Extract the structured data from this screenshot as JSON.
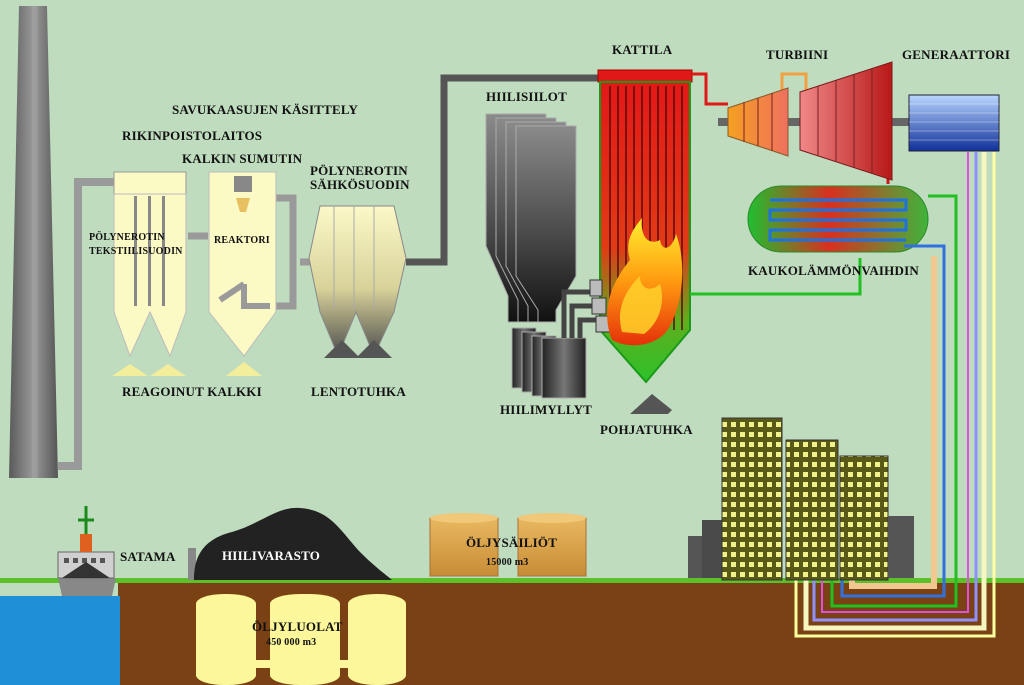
{
  "labels": {
    "kattila": "KATTILA",
    "turbiini": "TURBIINI",
    "generaattori": "GENERAATTORI",
    "savukaasujen_kasittely": "SAVUKAASUJEN KÄSITTELY",
    "rikinpoistolaitos": "RIKINPOISTOLAITOS",
    "kalkin_sumutin": "KALKIN SUMUTIN",
    "polynerotin_sahkosuodin_1": "PÖLYNEROTIN",
    "polynerotin_sahkosuodin_2": "SÄHKÖSUODIN",
    "hiilisiilot": "HIILISIILOT",
    "polynerotin_tekstiilisuodin_1": "PÖLYNEROTIN",
    "polynerotin_tekstiilisuodin_2": "TEKSTIILISUODIN",
    "reaktori": "REAKTORI",
    "kaukolammonvaihdin": "KAUKOLÄMMÖNVAIHDIN",
    "reagoinut_kalkki": "REAGOINUT KALKKI",
    "lentotuhka": "LENTOTUHKA",
    "hiilimyllyt": "HIILIMYLLYT",
    "pohjatuhka": "POHJATUHKA",
    "satama": "SATAMA",
    "hiilivarasto": "HIILIVARASTO",
    "oljysailiot": "ÖLJYSÄILIÖT",
    "oljysailiot_volume": "15000 m3",
    "oljyluolat": "ÖLJYLUOLAT",
    "oljyluolat_volume": "450 000 m3"
  },
  "colors": {
    "background": "#bfdcbf",
    "ground": "#7a4214",
    "water": "#1f8fd8",
    "grass": "#5cc02a",
    "pipe": "#555555",
    "filter_yellow": "#fbf9c4",
    "oil_tank": "#d9a24a",
    "cavern": "#fbf79a",
    "coal": "#222222",
    "building": "#5a5a18"
  },
  "icons": {
    "chimney": "chimney-icon",
    "boiler": "boiler-icon",
    "flame": "flame-icon",
    "turbine": "turbine-icon",
    "generator": "generator-icon",
    "heat_exchanger": "heat-exchanger-icon",
    "silos": "coal-silo-icon",
    "mills": "coal-mill-icon",
    "ship": "ship-icon",
    "coal_pile": "coal-pile-icon",
    "oil_tanks": "oil-tank-icon",
    "oil_caverns": "oil-cavern-icon",
    "city": "city-buildings-icon"
  }
}
